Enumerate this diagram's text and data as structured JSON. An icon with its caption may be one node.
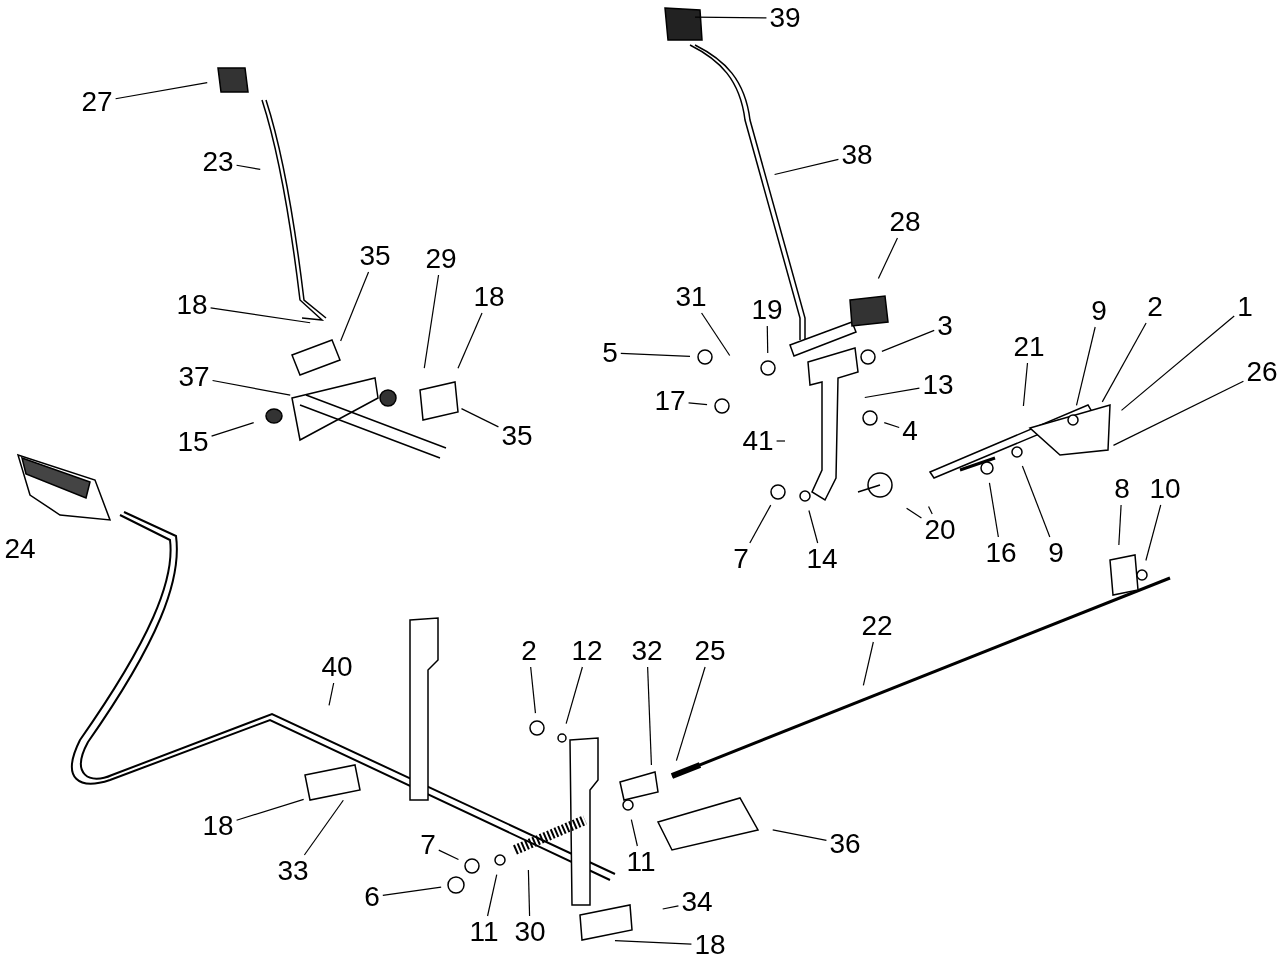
{
  "diagram": {
    "nodes": [
      {
        "text": [
          "39"
        ]
      },
      {
        "text": [
          "27"
        ]
      },
      {
        "text": [
          "38"
        ]
      },
      {
        "text": [
          "23"
        ]
      },
      {
        "text": [
          "28"
        ]
      },
      {
        "text": [
          "35"
        ]
      },
      {
        "text": [
          "29"
        ]
      },
      {
        "text": [
          "18"
        ]
      },
      {
        "text": [
          "31"
        ]
      },
      {
        "text": [
          "1"
        ]
      },
      {
        "text": [
          "9"
        ]
      },
      {
        "text": [
          "2"
        ]
      },
      {
        "text": [
          "18"
        ]
      },
      {
        "text": [
          "19"
        ]
      },
      {
        "text": [
          "3"
        ]
      },
      {
        "text": [
          "21"
        ]
      },
      {
        "text": [
          "5"
        ]
      },
      {
        "text": [
          "26"
        ]
      },
      {
        "text": [
          "37"
        ]
      },
      {
        "text": [
          "13"
        ]
      },
      {
        "text": [
          "17"
        ]
      },
      {
        "text": [
          "4"
        ]
      },
      {
        "text": [
          "35"
        ]
      },
      {
        "text": [
          "15"
        ]
      },
      {
        "text": [
          "41"
        ]
      },
      {
        "text": [
          "20"
        ]
      },
      {
        "text": [
          "7"
        ]
      },
      {
        "text": [
          "14"
        ]
      },
      {
        "text": [
          "16"
        ]
      },
      {
        "text": [
          "9"
        ]
      },
      {
        "text": [
          "8"
        ]
      },
      {
        "text": [
          "10"
        ]
      },
      {
        "text": [
          "22"
        ]
      },
      {
        "text": [
          "40"
        ]
      },
      {
        "text": [
          "2"
        ]
      },
      {
        "text": [
          "12"
        ]
      },
      {
        "text": [
          "32"
        ]
      },
      {
        "text": [
          "25"
        ]
      },
      {
        "text": [
          "11"
        ]
      },
      {
        "text": [
          "36"
        ]
      },
      {
        "text": [
          "18"
        ]
      },
      {
        "text": [
          "33"
        ]
      },
      {
        "text": [
          "7"
        ]
      },
      {
        "text": [
          "6"
        ]
      },
      {
        "text": [
          "11"
        ]
      },
      {
        "text": [
          "30"
        ]
      },
      {
        "text": [
          "34"
        ]
      },
      {
        "text": [
          "18"
        ]
      }
    ],
    "edges": [
      {
        "from": 0,
        "to": null,
        "arrow": "none"
      },
      {
        "from": 1,
        "to": null,
        "arrow": "none"
      },
      {
        "from": 2,
        "to": null,
        "arrow": "none"
      },
      {
        "from": 3,
        "to": null,
        "arrow": "none"
      },
      {
        "from": 4,
        "to": null,
        "arrow": "none"
      },
      {
        "from": 5,
        "to": null,
        "arrow": "none"
      },
      {
        "from": 6,
        "to": null,
        "arrow": "none"
      },
      {
        "from": 7,
        "to": null,
        "arrow": "none"
      },
      {
        "from": 8,
        "to": null,
        "arrow": "none"
      },
      {
        "from": 9,
        "to": null,
        "arrow": "none"
      },
      {
        "from": 10,
        "to": null,
        "arrow": "none"
      },
      {
        "from": 11,
        "to": null,
        "arrow": "none"
      },
      {
        "from": 12,
        "to": null,
        "arrow": "none"
      },
      {
        "from": 13,
        "to": null,
        "arrow": "none"
      },
      {
        "from": 14,
        "to": null,
        "arrow": "none"
      },
      {
        "from": 15,
        "to": null,
        "arrow": "none"
      },
      {
        "from": 16,
        "to": null,
        "arrow": "none"
      },
      {
        "from": 17,
        "to": null,
        "arrow": "none"
      },
      {
        "from": 18,
        "to": null,
        "arrow": "none"
      },
      {
        "from": 19,
        "to": null,
        "arrow": "none"
      },
      {
        "from": 20,
        "to": null,
        "arrow": "none"
      },
      {
        "from": 21,
        "to": null,
        "arrow": "none"
      },
      {
        "from": 22,
        "to": null,
        "arrow": "none"
      },
      {
        "from": 23,
        "to": null,
        "arrow": "none"
      },
      {
        "from": 24,
        "to": null,
        "arrow": "none"
      },
      {
        "from": 25,
        "to": null,
        "arrow": "none"
      },
      {
        "from": 25,
        "to": null,
        "arrow": "none"
      },
      {
        "from": 26,
        "to": null,
        "arrow": "none"
      },
      {
        "from": 27,
        "to": null,
        "arrow": "none"
      },
      {
        "from": 28,
        "to": null,
        "arrow": "none"
      },
      {
        "from": 29,
        "to": null,
        "arrow": "none"
      },
      {
        "from": 30,
        "to": null,
        "arrow": "none"
      },
      {
        "from": 31,
        "to": null,
        "arrow": "none"
      },
      {
        "from": 32,
        "to": null,
        "arrow": "none"
      },
      {
        "from": 33,
        "to": null,
        "arrow": "none"
      },
      {
        "from": 34,
        "to": null,
        "arrow": "none"
      },
      {
        "from": 35,
        "to": null,
        "arrow": "none"
      },
      {
        "from": 36,
        "to": null,
        "arrow": "none"
      },
      {
        "from": 37,
        "to": null,
        "arrow": "none"
      },
      {
        "from": 38,
        "to": null,
        "arrow": "none"
      },
      {
        "from": 39,
        "to": null,
        "arrow": "none"
      },
      {
        "from": 40,
        "to": null,
        "arrow": "none"
      },
      {
        "from": 41,
        "to": null,
        "arrow": "none"
      },
      {
        "from": 42,
        "to": null,
        "arrow": "none"
      },
      {
        "from": 43,
        "to": null,
        "arrow": "none"
      },
      {
        "from": 44,
        "to": null,
        "arrow": "none"
      },
      {
        "from": 45,
        "to": null,
        "arrow": "none"
      },
      {
        "from": 46,
        "to": null,
        "arrow": "none"
      },
      {
        "from": 47,
        "to": null,
        "arrow": "none"
      }
    ],
    "labels": [
      "24"
    ]
  }
}
